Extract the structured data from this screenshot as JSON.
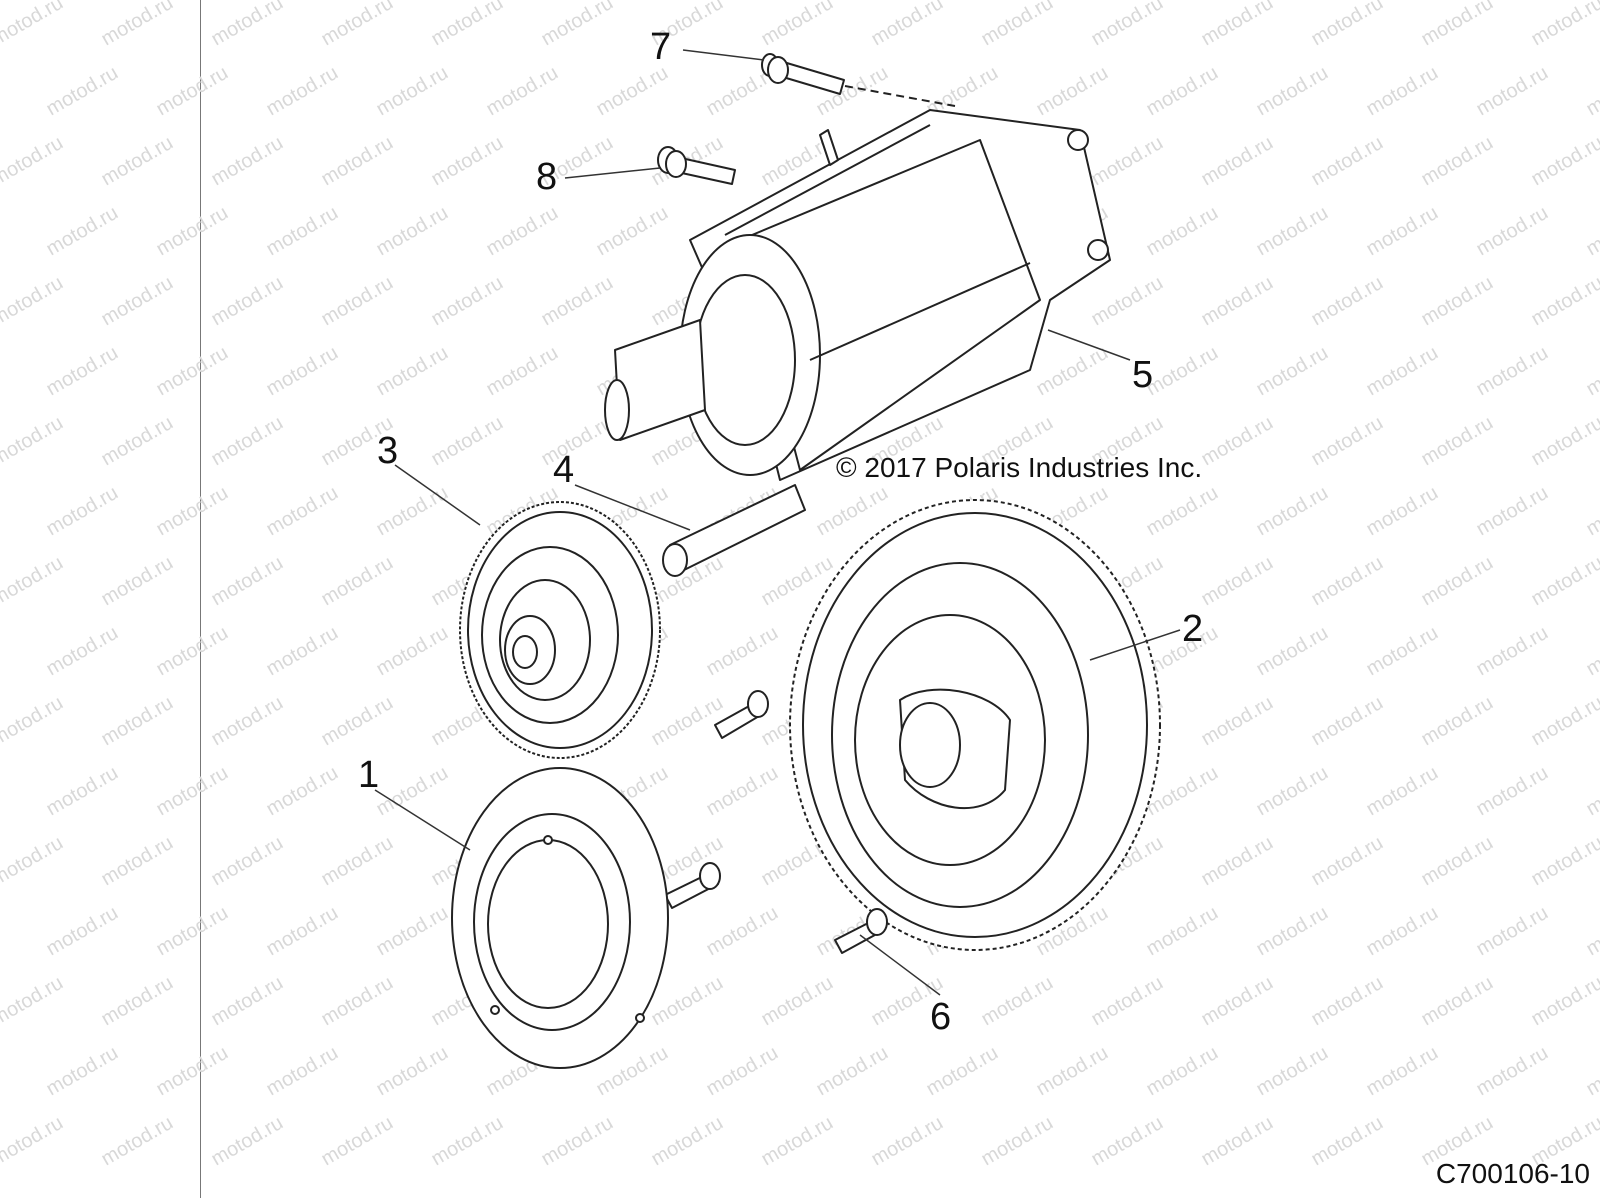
{
  "callouts": [
    {
      "id": "1",
      "label": "1"
    },
    {
      "id": "2",
      "label": "2"
    },
    {
      "id": "3",
      "label": "3"
    },
    {
      "id": "4",
      "label": "4"
    },
    {
      "id": "5",
      "label": "5"
    },
    {
      "id": "6",
      "label": "6"
    },
    {
      "id": "7",
      "label": "7"
    },
    {
      "id": "8",
      "label": "8"
    }
  ],
  "copyright": "© 2017 Polaris Industries Inc.",
  "figure_code": "C700106-10",
  "watermark_text": "motod.ru"
}
